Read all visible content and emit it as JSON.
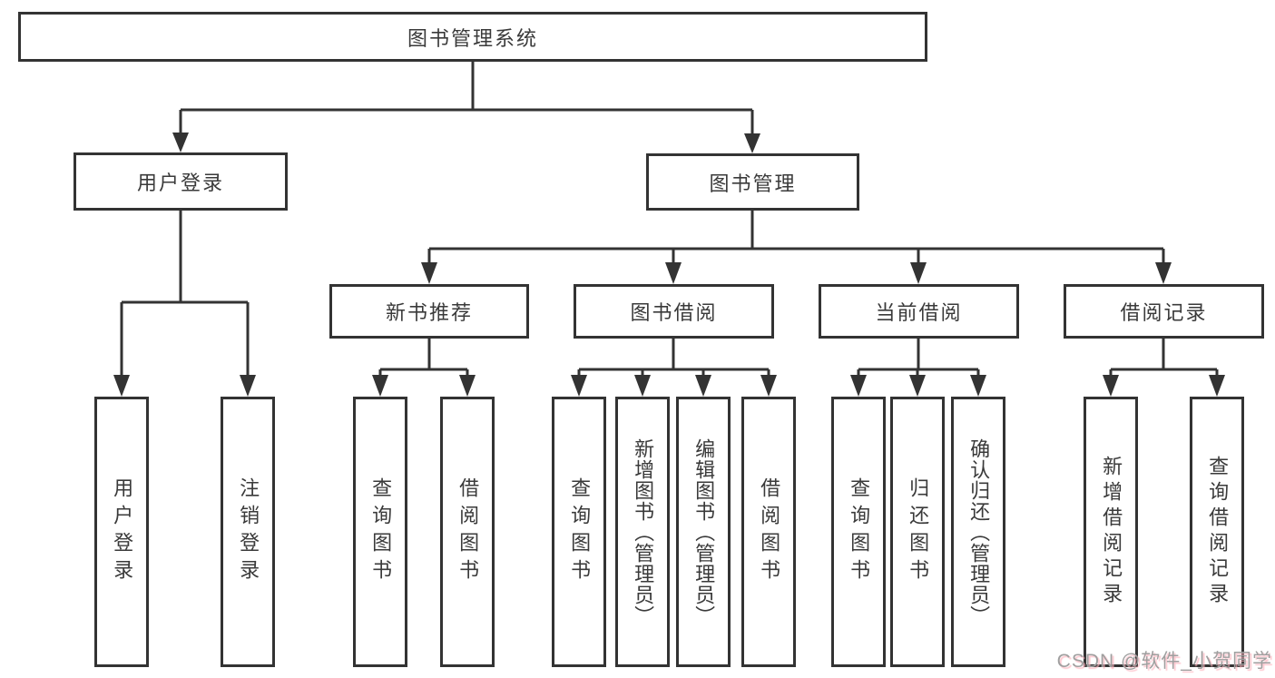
{
  "diagram": {
    "root": {
      "label": "图书管理系统"
    },
    "level2": [
      {
        "label": "用户登录"
      },
      {
        "label": "图书管理"
      }
    ],
    "level3": [
      {
        "label": "新书推荐"
      },
      {
        "label": "图书借阅"
      },
      {
        "label": "当前借阅"
      },
      {
        "label": "借阅记录"
      }
    ],
    "leaves": {
      "user": [
        "用户登录",
        "注销登录"
      ],
      "recommend": [
        "查询图书",
        "借阅图书"
      ],
      "borrow": [
        "查询图书",
        "新增图书（管理员）",
        "编辑图书（管理员）",
        "借阅图书"
      ],
      "current": [
        "查询图书",
        "归还图书",
        "确认归还（管理员）"
      ],
      "records": [
        "新增借阅记录",
        "查询借阅记录"
      ]
    }
  },
  "watermark": {
    "text": "CSDN @软件_小贺同学"
  },
  "colors": {
    "line": "#333333",
    "text": "#3a3a3a",
    "background": "#ffffff",
    "watermark": "#9f9f9f",
    "watermark_shadow": "#ffb3bd"
  }
}
